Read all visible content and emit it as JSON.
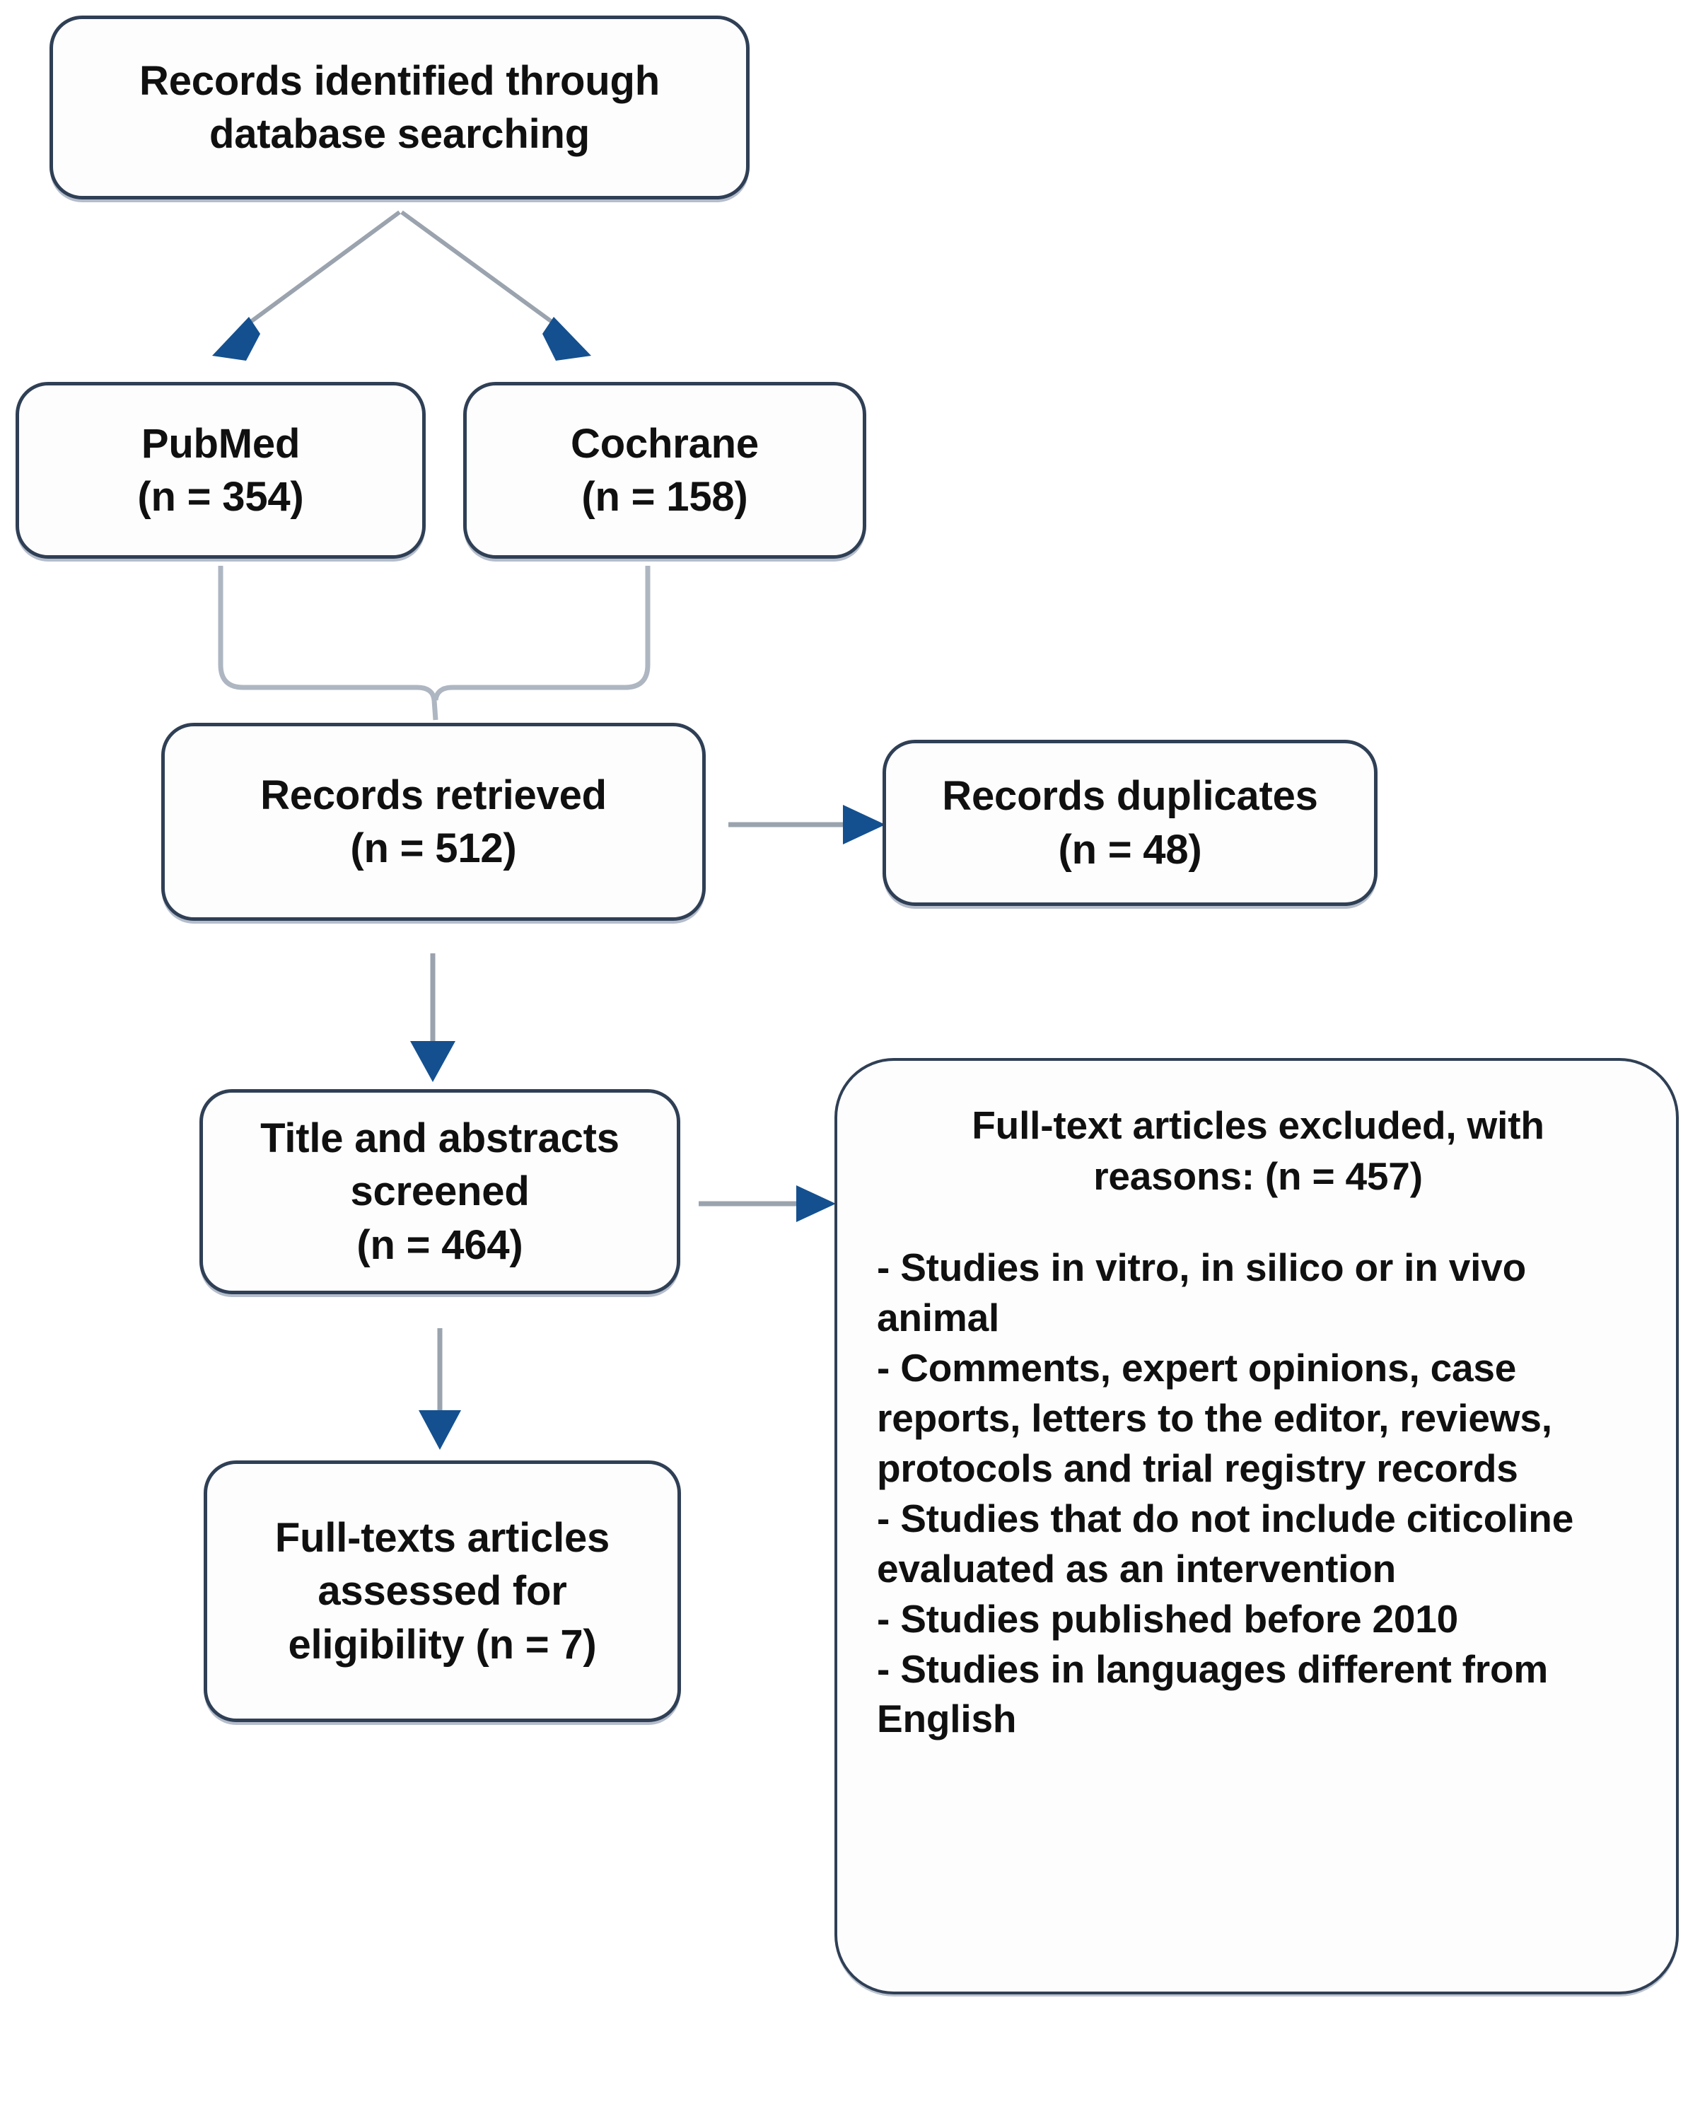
{
  "diagram": {
    "type": "prisma-flow-diagram",
    "title": "",
    "nodes": [
      {
        "id": "identified",
        "label": "Records identified through\ndatabase searching",
        "n": null
      },
      {
        "id": "pubmed",
        "label": "PubMed\n(n = 354)",
        "n": 354
      },
      {
        "id": "cochrane",
        "label": "Cochrane\n(n = 158)",
        "n": 158
      },
      {
        "id": "retrieved",
        "label": "Records retrieved\n(n = 512)",
        "n": 512
      },
      {
        "id": "duplicates",
        "label": "Records duplicates\n(n = 48)",
        "n": 48
      },
      {
        "id": "screened",
        "label": "Title and abstracts\nscreened\n(n = 464)",
        "n": 464
      },
      {
        "id": "eligible",
        "label": "Full-texts articles\nassessed for\neligibility (n = 7)",
        "n": 7
      }
    ],
    "excluded_box": {
      "heading": "Full-text articles excluded, with\nreasons: (n = 457)",
      "n": 457,
      "reasons": [
        "- Studies in vitro, in silico or in vivo animal",
        "- Comments, expert opinions, case reports, letters to the editor, reviews, protocols and trial registry records",
        "- Studies that do not include citicoline evaluated as an intervention",
        "- Studies published before 2010",
        "- Studies in languages different from English"
      ]
    },
    "edges": [
      {
        "from": "identified",
        "to": "pubmed",
        "style": "diagonal-arrow"
      },
      {
        "from": "identified",
        "to": "cochrane",
        "style": "diagonal-arrow"
      },
      {
        "from": "pubmed+cochrane",
        "to": "retrieved",
        "style": "brace-merge"
      },
      {
        "from": "retrieved",
        "to": "duplicates",
        "style": "horizontal-arrow"
      },
      {
        "from": "retrieved",
        "to": "screened",
        "style": "vertical-arrow"
      },
      {
        "from": "screened",
        "to": "excluded",
        "style": "horizontal-arrow"
      },
      {
        "from": "screened",
        "to": "eligible",
        "style": "vertical-arrow"
      }
    ],
    "colors": {
      "box_border": "#2f3f55",
      "box_fill": "#fdfdfd",
      "arrow_head": "#14508f",
      "arrow_shaft": "#9aa3ae",
      "brace": "#aeb6c2",
      "text": "#101010",
      "background": "#ffffff"
    }
  }
}
